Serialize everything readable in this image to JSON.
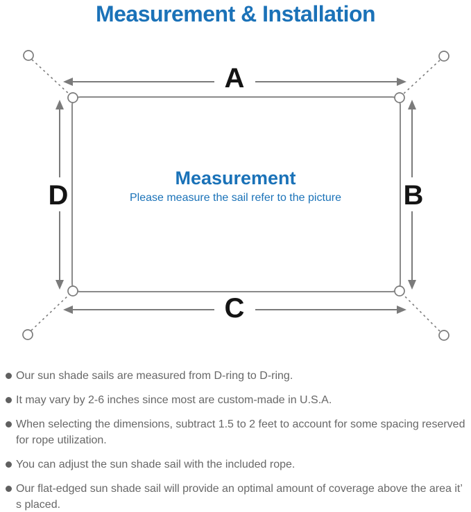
{
  "page": {
    "title": "Measurement & Installation"
  },
  "diagram": {
    "labels": {
      "top": "A",
      "right": "B",
      "bottom": "C",
      "left": "D"
    },
    "center": {
      "heading": "Measurement",
      "subheading": "Please measure the sail refer to the picture"
    },
    "icons": {
      "corners": "d-ring-icon",
      "anchors": "ring-icon",
      "attachment_lines": "rope-dashed-line",
      "dimensions": "double-arrow-icon",
      "list_marker": "bullet-dot-icon"
    },
    "colors": {
      "accent_blue": "#1b72b8",
      "line_gray": "#7b7b7b",
      "label_black": "#141414",
      "note_gray": "#676767"
    }
  },
  "notes": {
    "items": [
      "Our sun shade sails are measured from D-ring to D-ring.",
      "It may vary by 2-6 inches since most are custom-made in U.S.A.",
      "When selecting the dimensions, subtract 1.5 to 2 feet to account for some spacing reserved for rope utilization.",
      "You can adjust the sun shade sail with the included rope.",
      "Our flat-edged sun shade sail will provide an optimal amount of coverage above the area it’ s placed."
    ]
  }
}
